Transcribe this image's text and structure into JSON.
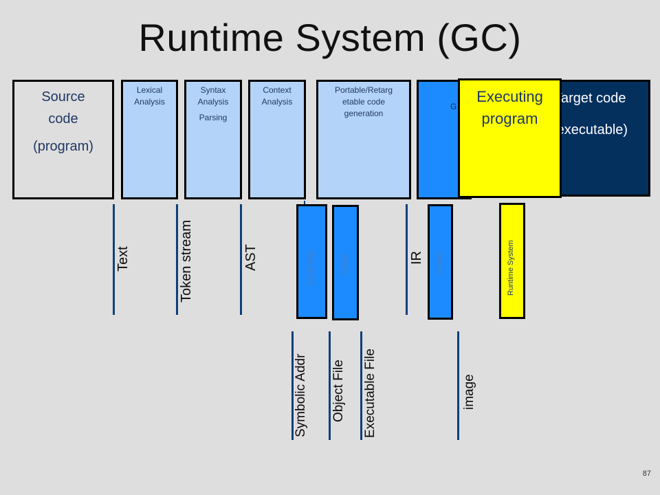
{
  "slide": {
    "title": "Runtime System (GC)",
    "page_number": "87"
  },
  "stages": {
    "source": {
      "line1": "Source",
      "line2": "code",
      "line3": "(program)"
    },
    "lexical": {
      "line1": "Lexical",
      "line2": "Analysis"
    },
    "syntax": {
      "line1": "Syntax",
      "line2": "Analysis",
      "line3": "Parsing"
    },
    "context": {
      "line1": "Context",
      "line2": "Analysis"
    },
    "portable": {
      "line1": "Portable/Retarg",
      "line2": "etable code",
      "line3": "generation"
    },
    "codegen_partial": "G",
    "target": {
      "line1": "Target code",
      "line2": "(executable)"
    },
    "executing": {
      "line1": "Executing",
      "line2": "program"
    }
  },
  "artifacts": {
    "text": "Text",
    "token_stream": "Token stream",
    "ast": "AST",
    "ir": "IR",
    "symbolic_addr": "Symbolic Addr",
    "object_file": "Object File",
    "executable_file": "Executable File",
    "image": "image"
  },
  "tools": {
    "assembler": "Assembler",
    "linker": "Linker",
    "loader": "Loader",
    "runtime_system": "Runtime System"
  },
  "colors": {
    "light_blue": "#b4d3f8",
    "mid_blue": "#1c8bff",
    "navy": "#04305e",
    "yellow": "#ffff00",
    "line_blue": "#0e3f7a"
  }
}
